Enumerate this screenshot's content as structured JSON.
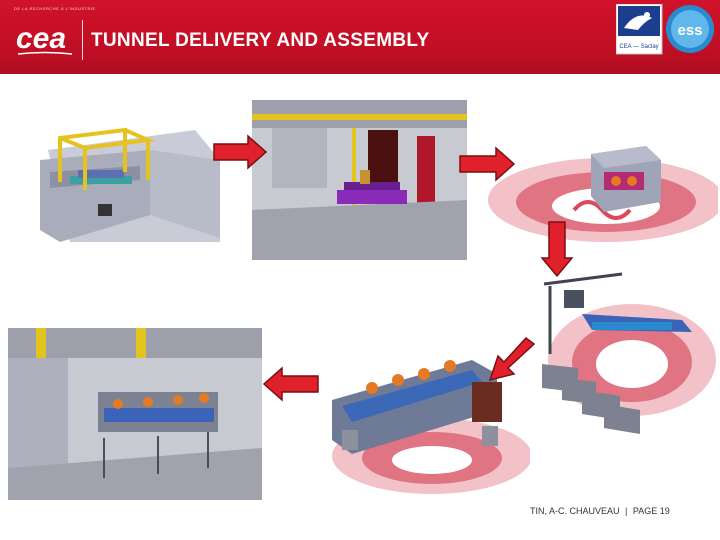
{
  "header": {
    "title": "TUNNEL DELIVERY AND ASSEMBLY",
    "org_small_text": "DE LA RECHERCHE À L'INDUSTRIE",
    "logo_text": "cea",
    "partner_logo_text": "CEA — Saclay",
    "partner_logo_2_text": "ess"
  },
  "footer": {
    "author": "TIN, A-C. CHAUVEAU",
    "separator": "|",
    "page": "PAGE 19"
  },
  "colors": {
    "header_red": "#c8102e",
    "arrow_red": "#e0202a",
    "arrow_outline": "#7a1010"
  }
}
